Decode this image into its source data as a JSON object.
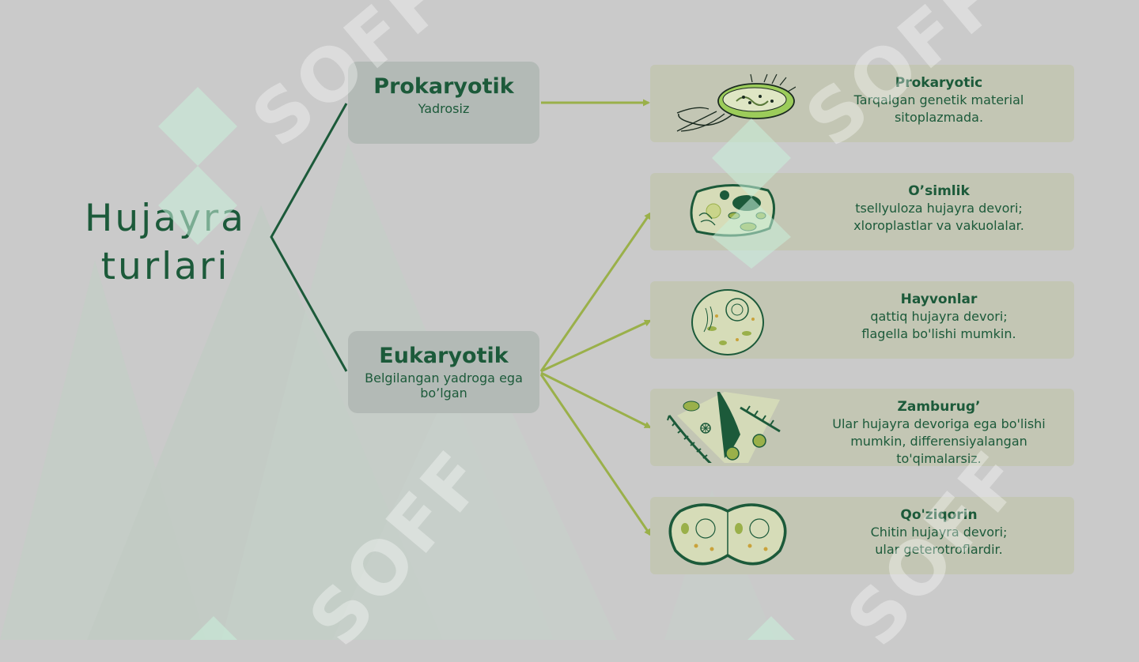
{
  "title": {
    "line1": "Hujayra",
    "line2": "turlari"
  },
  "categories": [
    {
      "name": "Prokaryotik",
      "subtitle": "Yadrosiz"
    },
    {
      "name": "Eukaryotik",
      "subtitle": "Belgilangan yadroga ega bo’lgan"
    }
  ],
  "cell_types": [
    {
      "name": "Prokaryotic",
      "description": "Tarqalgan genetik material\nsitoplazmada.",
      "icon": "bacterium-icon"
    },
    {
      "name": "O’simlik",
      "description": "tsellyuloza hujayra devori;\nxloroplastlar va vakuolalar.",
      "icon": "plant-cell-icon"
    },
    {
      "name": "Hayvonlar",
      "description": "qattiq hujayra devori;\nflagella bo'lishi mumkin.",
      "icon": "animal-cell-icon"
    },
    {
      "name": "Zamburug’",
      "description": "Ular hujayra devoriga ega bo'lishi\nmumkin, differensiyalangan\nto'qimalarsiz.",
      "icon": "fungal-cell-icon"
    },
    {
      "name": "Qo'ziqorin",
      "description": "Chitin hujayra devori;\nular geterotroflardir.",
      "icon": "dividing-cell-icon"
    }
  ],
  "watermark": {
    "text": "SOFF"
  },
  "colors": {
    "background": "#cacaca",
    "primary_green": "#1c5a3a",
    "arrow_green": "#9ab04a",
    "category_box": "#b3bab6",
    "card_bg": "#c3c6b4",
    "cell_fill": "#d6dcb8"
  }
}
